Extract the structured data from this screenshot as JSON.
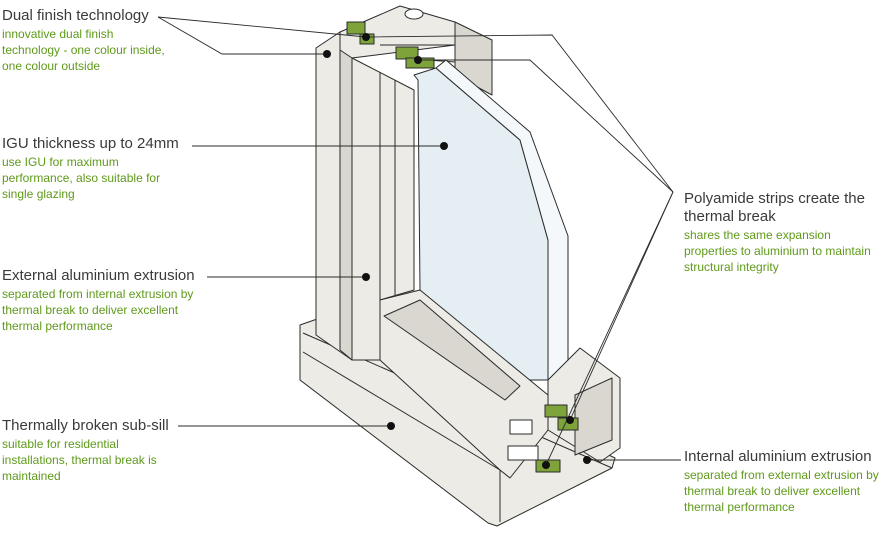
{
  "callouts": {
    "dual_finish": {
      "title": "Dual finish technology",
      "desc": "innovative dual finish technology - one colour inside, one colour outside"
    },
    "igu": {
      "title": "IGU thickness up to 24mm",
      "desc": "use IGU for maximum performance, also suitable for single glazing"
    },
    "external": {
      "title": "External aluminium extrusion",
      "desc": "separated from internal extrusion by thermal break to deliver excellent thermal performance"
    },
    "subsill": {
      "title": "Thermally broken sub-sill",
      "desc": "suitable for residential installations, thermal break is maintained"
    },
    "polyamide": {
      "title": "Polyamide strips create the thermal break",
      "desc": "shares the same expansion properties to aluminium to maintain structural integrity"
    },
    "internal": {
      "title": "Internal aluminium extrusion",
      "desc": "separated from external extrusion by thermal break to deliver excellent thermal performance"
    }
  },
  "colors": {
    "title_text": "#3a3a3a",
    "desc_text": "#5f9a1a",
    "frame_fill": "#ecebe6",
    "frame_shade": "#d9d7d0",
    "glass_fill": "#e4eef3",
    "polyamide_fill": "#7da33a",
    "outline": "#2b2b2b"
  }
}
